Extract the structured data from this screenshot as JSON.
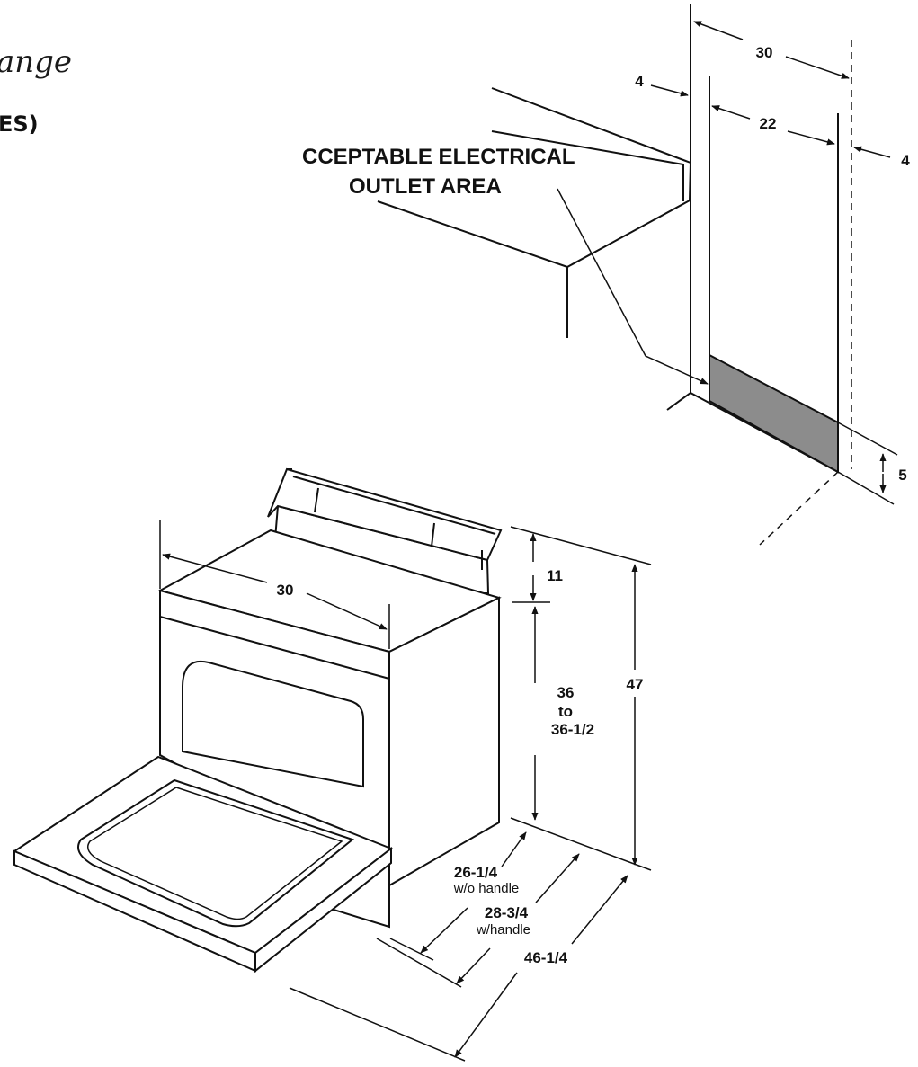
{
  "heading": {
    "title_fragment": "ange",
    "subtitle_fragment": "ES)"
  },
  "outlet_callout": {
    "line1": "CCEPTABLE ELECTRICAL",
    "line2": "OUTLET AREA",
    "fill_color": "#8c8c8c"
  },
  "outlet_dimensions": {
    "total_width": "30",
    "left_offset": "4",
    "outlet_width": "22",
    "right_offset": "4",
    "outlet_height": "5"
  },
  "range_dimensions": {
    "width": "30",
    "backguard_height": "11",
    "cooktop_height_line1": "36",
    "cooktop_height_line2": "to",
    "cooktop_height_line3": "36-1/2",
    "overall_height": "47",
    "depth_without_handle": "26-1/4",
    "depth_without_handle_note": "w/o handle",
    "depth_with_handle": "28-3/4",
    "depth_with_handle_note": "w/handle",
    "depth_door_open": "46-1/4"
  }
}
